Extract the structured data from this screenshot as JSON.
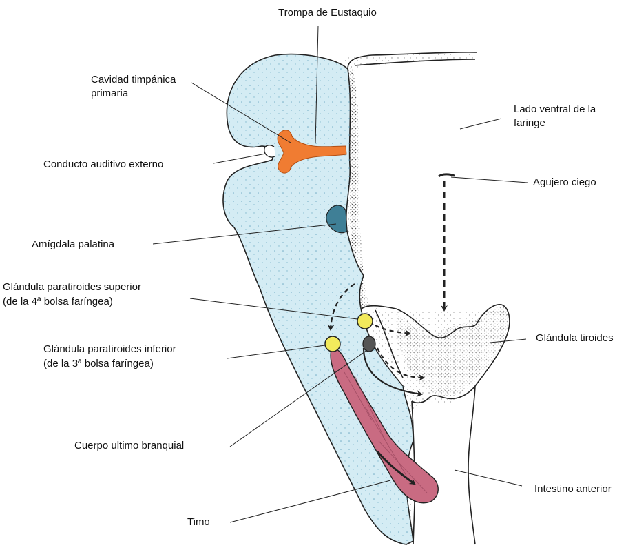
{
  "labels": {
    "eustachian_tube": "Trompa de Eustaquio",
    "tympanic_cavity_line1": "Cavidad timpánica",
    "tympanic_cavity_line2": "primaria",
    "external_auditory_canal": "Conducto auditivo externo",
    "palatine_tonsil": "Amígdala palatina",
    "superior_parathyroid_line1": "Glándula paratiroides superior",
    "superior_parathyroid_line2": "(de la 4ª bolsa faríngea)",
    "inferior_parathyroid_line1": "Glándula paratiroides inferior",
    "inferior_parathyroid_line2": "(de la 3ª bolsa faríngea)",
    "ultimobranchial_body": "Cuerpo ultimo branquial",
    "thymus": "Timo",
    "ventral_pharynx_line1": "Lado ventral de la",
    "ventral_pharynx_line2": "faringe",
    "foramen_cecum": "Agujero ciego",
    "thyroid_gland": "Glándula tiroides",
    "foregut": "Intestino anterior"
  },
  "colors": {
    "pharyngeal_wall": "#d4ecf4",
    "tympanic_cavity": "#f07c32",
    "palatine_tonsil": "#3f7f96",
    "parathyroid": "#f2ea5c",
    "ultimobranchial": "#555555",
    "thymus": "#c96b82",
    "ink": "#222222"
  }
}
